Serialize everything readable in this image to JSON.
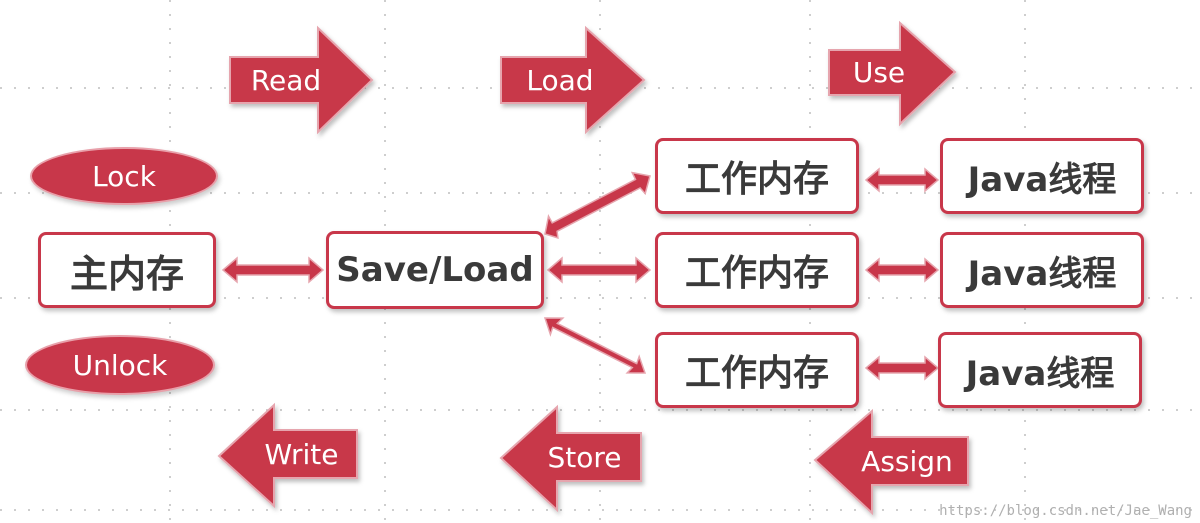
{
  "colors": {
    "accent": "#c8374a",
    "text": "#3a3a3a",
    "grid": "#bbbbbb"
  },
  "arrows_right": [
    "Read",
    "Load",
    "Use"
  ],
  "arrows_left": [
    "Write",
    "Store",
    "Assign"
  ],
  "ellipses": [
    "Lock",
    "Unlock"
  ],
  "main_memory": "主内存",
  "save_load": "Save/Load",
  "working_memory": [
    "工作内存",
    "工作内存",
    "工作内存"
  ],
  "java_threads": [
    "Java线程",
    "Java线程",
    "Java线程"
  ],
  "watermark": "https://blog.csdn.net/Jae_Wang"
}
